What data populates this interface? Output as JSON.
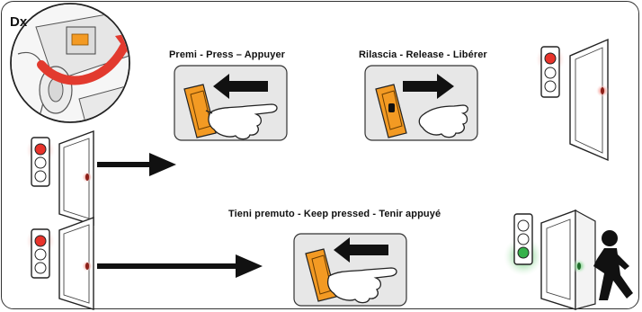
{
  "side_label": "Dx",
  "labels": {
    "press": "Premi - Press – Appuyer",
    "release": "Rilascia - Release - Libérer",
    "keep_pressed": "Tieni premuto - Keep pressed - Tenir appuyé"
  },
  "colors": {
    "red_light": "#e8332b",
    "green_light": "#36b14a",
    "orange_button": "#f39a23",
    "panel_bg": "#e7e7e7",
    "outline": "#222222"
  },
  "icons": [
    "hand-press-icon",
    "arrow-left-icon",
    "arrow-right-icon",
    "traffic-light-icon",
    "door-icon",
    "walking-person-icon"
  ]
}
